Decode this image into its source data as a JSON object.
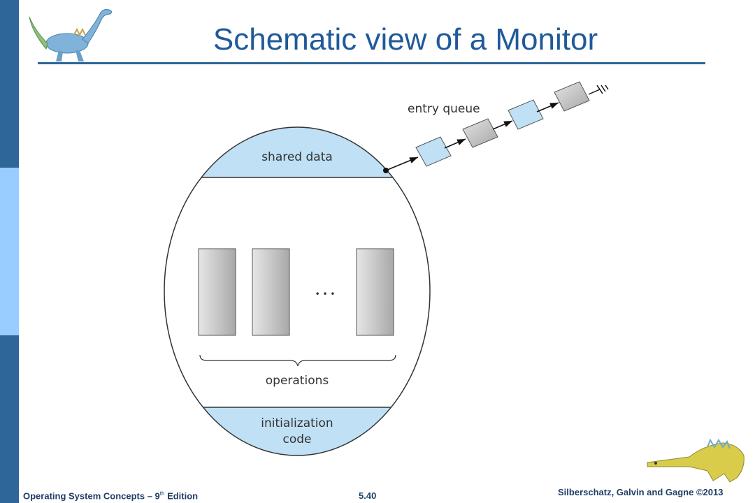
{
  "slide": {
    "title": "Schematic view of a Monitor"
  },
  "diagram": {
    "entry_queue_label": "entry queue",
    "shared_data_label": "shared data",
    "operations_label": "operations",
    "ellipsis": "• • •",
    "init_label_line1": "initialization",
    "init_label_line2": "code"
  },
  "footer": {
    "book_prefix": "Operating System Concepts – 9",
    "book_sup": "th",
    "book_suffix": " Edition",
    "page_number": "5.40",
    "copyright": "Silberschatz, Galvin and Gagne ©2013"
  },
  "colors": {
    "sidebar_dark": "#2e6699",
    "sidebar_light": "#99ccff",
    "region_fill": "#bfe0f5",
    "title_color": "#1f5a99"
  },
  "icons": [
    "dinosaur-logo-icon",
    "dinosaur-footer-icon",
    "ground-icon"
  ]
}
